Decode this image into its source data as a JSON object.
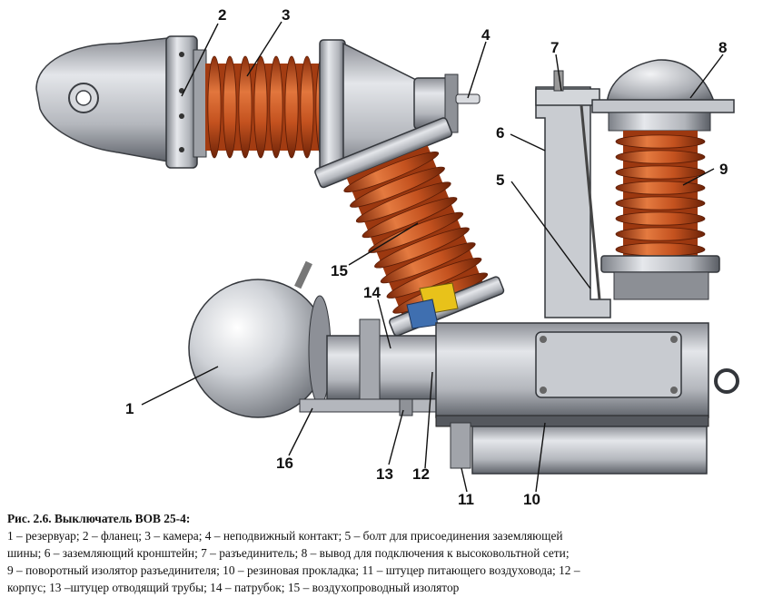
{
  "figure": {
    "callouts": {
      "n1": "1",
      "n2": "2",
      "n3": "3",
      "n4": "4",
      "n5": "5",
      "n6": "6",
      "n7": "7",
      "n8": "8",
      "n9": "9",
      "n10": "10",
      "n11": "11",
      "n12": "12",
      "n13": "13",
      "n14": "14",
      "n15": "15",
      "n16": "16"
    },
    "colors": {
      "insulator": "#c4521f",
      "insulator_dark": "#7e2b0c",
      "metal": "#b9bcc2",
      "metal_dark": "#6f737a",
      "yellow_part": "#e8c21a",
      "blue_part": "#3f6fb0"
    }
  },
  "caption": {
    "title": "Рис. 2.6. Выключатель ВОВ 25-4:",
    "lines": [
      "1 – резервуар; 2 – фланец; 3 – камера; 4 – неподвижный контакт; 5 – болт для присоединения заземляющей",
      "шины; 6 – заземляющий кронштейн; 7 – разъединитель; 8 – вывод для подключения к высоковольтной сети;",
      "9 – поворотный изолятор разъединителя; 10 – резиновая прокладка; 11 – штуцер питающего воздуховода; 12 –",
      "корпус; 13 –штуцер отводящий трубы; 14 – патрубок; 15 – воздухопроводный изолятор"
    ]
  }
}
